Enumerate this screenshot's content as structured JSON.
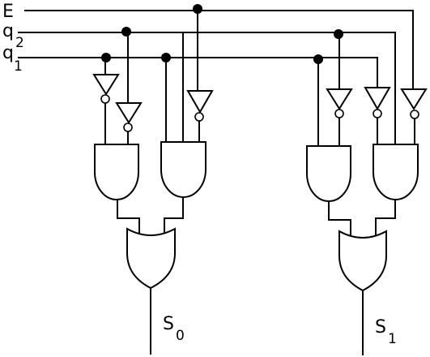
{
  "inputs": {
    "e": {
      "label": "E"
    },
    "q2": {
      "label": "q",
      "subscript": "2"
    },
    "q1": {
      "label": "q",
      "subscript": "1"
    }
  },
  "outputs": {
    "s0": {
      "label": "S",
      "subscript": "0"
    },
    "s1": {
      "label": "S",
      "subscript": "1"
    }
  }
}
